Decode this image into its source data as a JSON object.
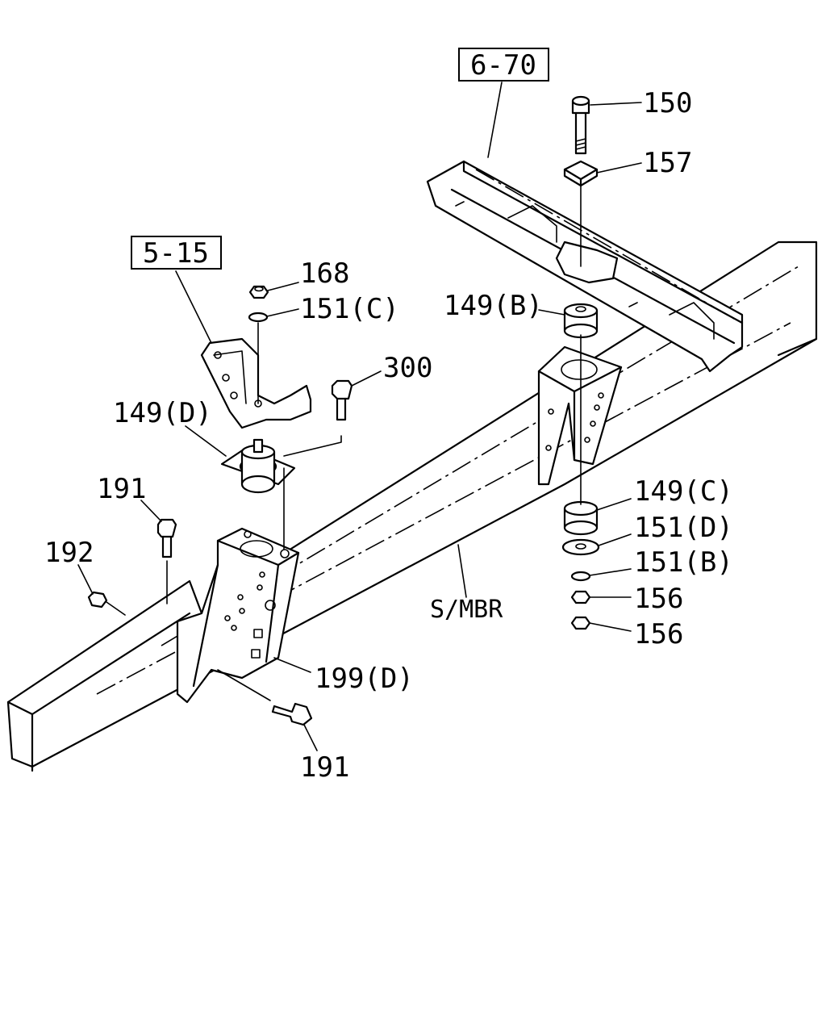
{
  "reference_boxes": {
    "ref_a": "6-70",
    "ref_b": "5-15"
  },
  "part_labels": {
    "p150": "150",
    "p157": "157",
    "p168": "168",
    "p151c": "151(C)",
    "p300": "300",
    "p149b": "149(B)",
    "p149d": "149(D)",
    "p191a": "191",
    "p192": "192",
    "p149c": "149(C)",
    "p151d": "151(D)",
    "p151b": "151(B)",
    "p156a": "156",
    "p156b": "156",
    "smbr": "S/MBR",
    "p199d": "199(D)",
    "p191b": "191"
  }
}
